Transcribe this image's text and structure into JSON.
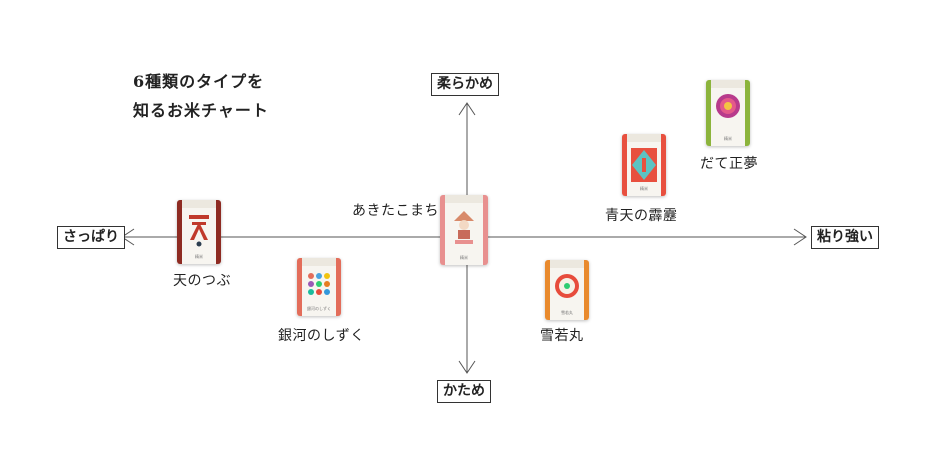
{
  "title": {
    "line1": "6種類のタイプを",
    "line2": "知るお米チャート"
  },
  "axes": {
    "top": "柔らかめ",
    "bottom": "かため",
    "left": "さっぱり",
    "right": "粘り強い"
  },
  "products": [
    {
      "id": "akitakomachi",
      "name": "あきたこまち",
      "color": "#e8908f"
    },
    {
      "id": "ten-no-tsubu",
      "name": "天のつぶ",
      "color": "#b23a2f"
    },
    {
      "id": "ginga-no-shizuku",
      "name": "銀河のしずく",
      "color": "#e36d5a"
    },
    {
      "id": "seiten-no-hekireki",
      "name": "青天の霹靂",
      "color": "#e8503f"
    },
    {
      "id": "yukiwakamaru",
      "name": "雪若丸",
      "color": "#e98a2d"
    },
    {
      "id": "date-seimu",
      "name": "だて正夢",
      "color": "#8cb43c"
    }
  ]
}
